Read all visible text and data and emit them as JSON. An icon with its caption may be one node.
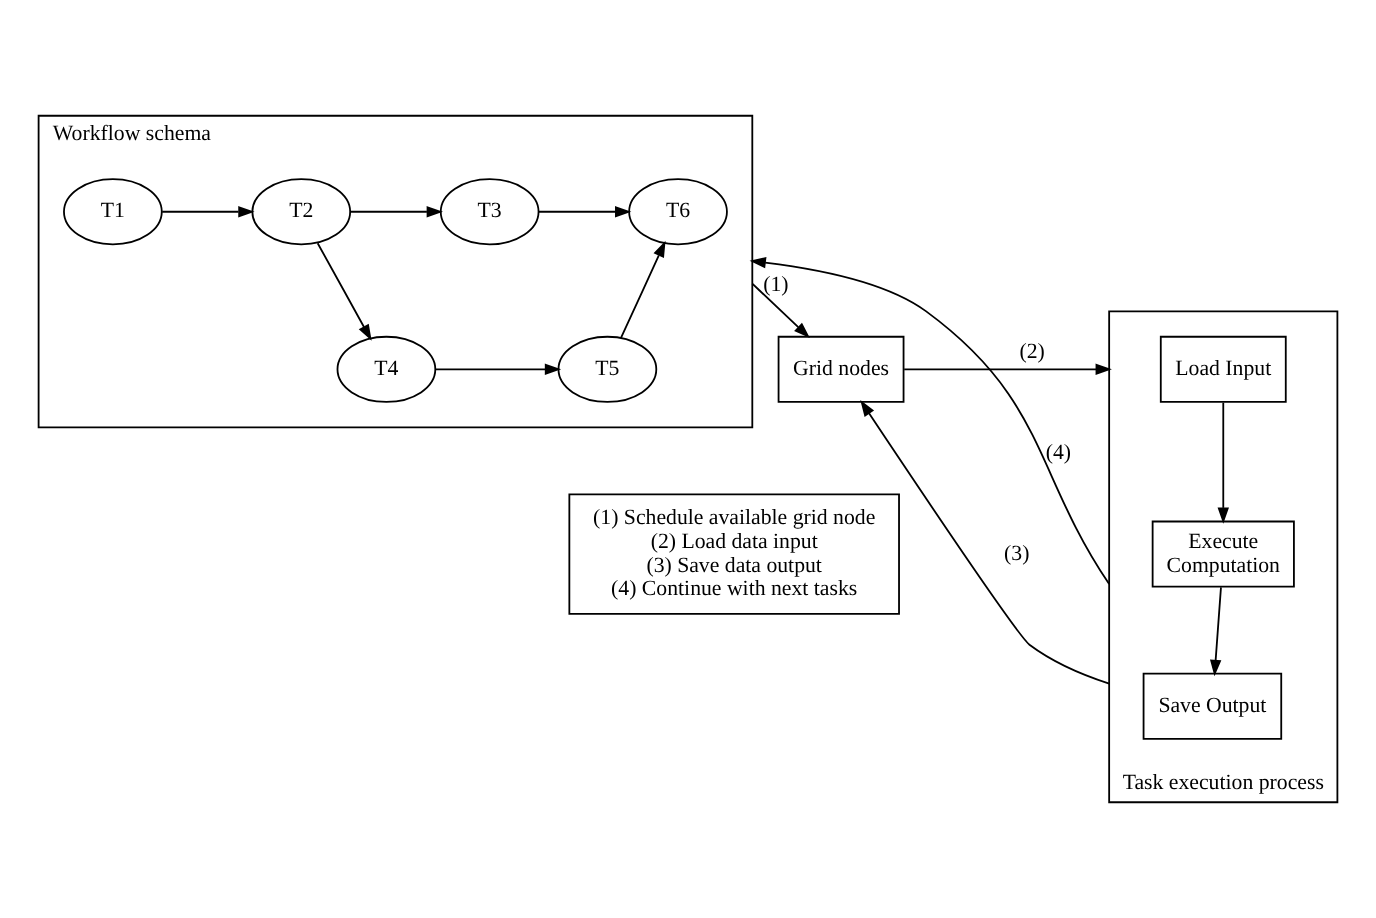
{
  "diagram": {
    "nodes": [
      {
        "text": [
          "Workflow schema"
        ]
      },
      {
        "text": [
          "T1"
        ],
        "in": 0
      },
      {
        "text": [
          "T2"
        ],
        "in": 0
      },
      {
        "text": [
          "T3"
        ],
        "in": 0
      },
      {
        "text": [
          "T4"
        ],
        "in": 0
      },
      {
        "text": [
          "T5"
        ],
        "in": 0
      },
      {
        "text": [
          "T6"
        ],
        "in": 0
      },
      {
        "text": [
          "Grid nodes"
        ]
      },
      {
        "text": [
          "Task execution process"
        ]
      },
      {
        "text": [
          "Load Input"
        ],
        "in": 8
      },
      {
        "text": [
          "Execute Computation"
        ],
        "in": 8
      },
      {
        "text": [
          "Save Output"
        ],
        "in": 8
      },
      {
        "text": [
          "(1) Schedule available grid node",
          "(2) Load data input",
          "(3) Save data output",
          "(4) Continue with next tasks"
        ]
      }
    ],
    "edges": [
      {
        "from": 1,
        "to": 2,
        "arrow": "to"
      },
      {
        "from": 2,
        "to": 3,
        "arrow": "to"
      },
      {
        "from": 2,
        "to": 4,
        "arrow": "to"
      },
      {
        "from": 3,
        "to": 6,
        "arrow": "to"
      },
      {
        "from": 4,
        "to": 5,
        "arrow": "to"
      },
      {
        "from": 5,
        "to": 6,
        "arrow": "to"
      },
      {
        "from": 9,
        "to": 10,
        "arrow": "to"
      },
      {
        "from": 10,
        "to": 11,
        "arrow": "to"
      },
      {
        "from": 0,
        "to": 7,
        "arrow": "to",
        "label": "(1)"
      },
      {
        "from": 7,
        "to": 8,
        "arrow": "to",
        "label": "(2)"
      },
      {
        "from": 8,
        "to": 7,
        "arrow": "to",
        "label": "(3)"
      },
      {
        "from": 8,
        "to": 0,
        "arrow": "to",
        "label": "(4)"
      }
    ]
  }
}
